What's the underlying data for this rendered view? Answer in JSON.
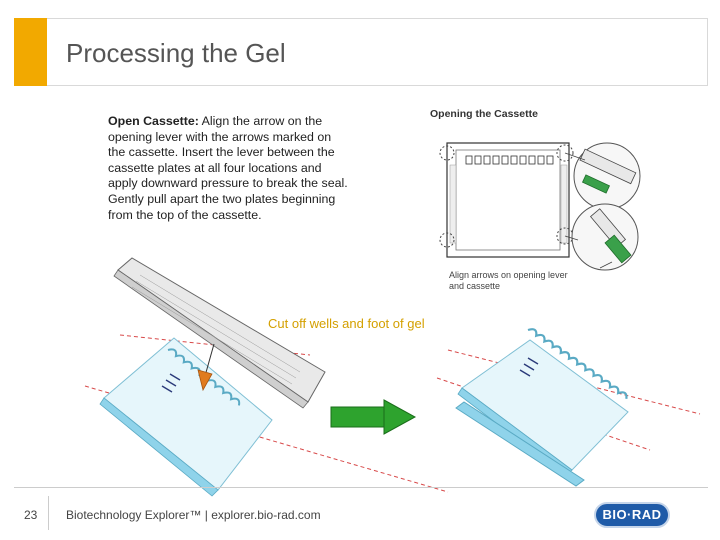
{
  "slide": {
    "title": "Processing the Gel",
    "instructions_lead": "Open Cassette:",
    "instructions_body": " Align the arrow on the opening lever with the arrows marked on the cassette. Insert the lever between the cassette plates at all four locations and apply downward pressure to break the seal. Gently pull apart the two plates beginning from the top of the cassette.",
    "diagram_title": "Opening the Cassette",
    "align_caption": "Align arrows on opening lever and cassette",
    "cut_caption": "Cut off wells and foot of gel"
  },
  "footer": {
    "page_number": "23",
    "text": "Biotechnology Explorer™ |  explorer.bio-rad.com",
    "logo_text": "BIO·RAD"
  },
  "colors": {
    "accent": "#f2a900",
    "gel": "#8fd3ea",
    "arrow": "#2ea32e",
    "cut_line": "#d84a4a",
    "logo": "#1f5ba8"
  }
}
